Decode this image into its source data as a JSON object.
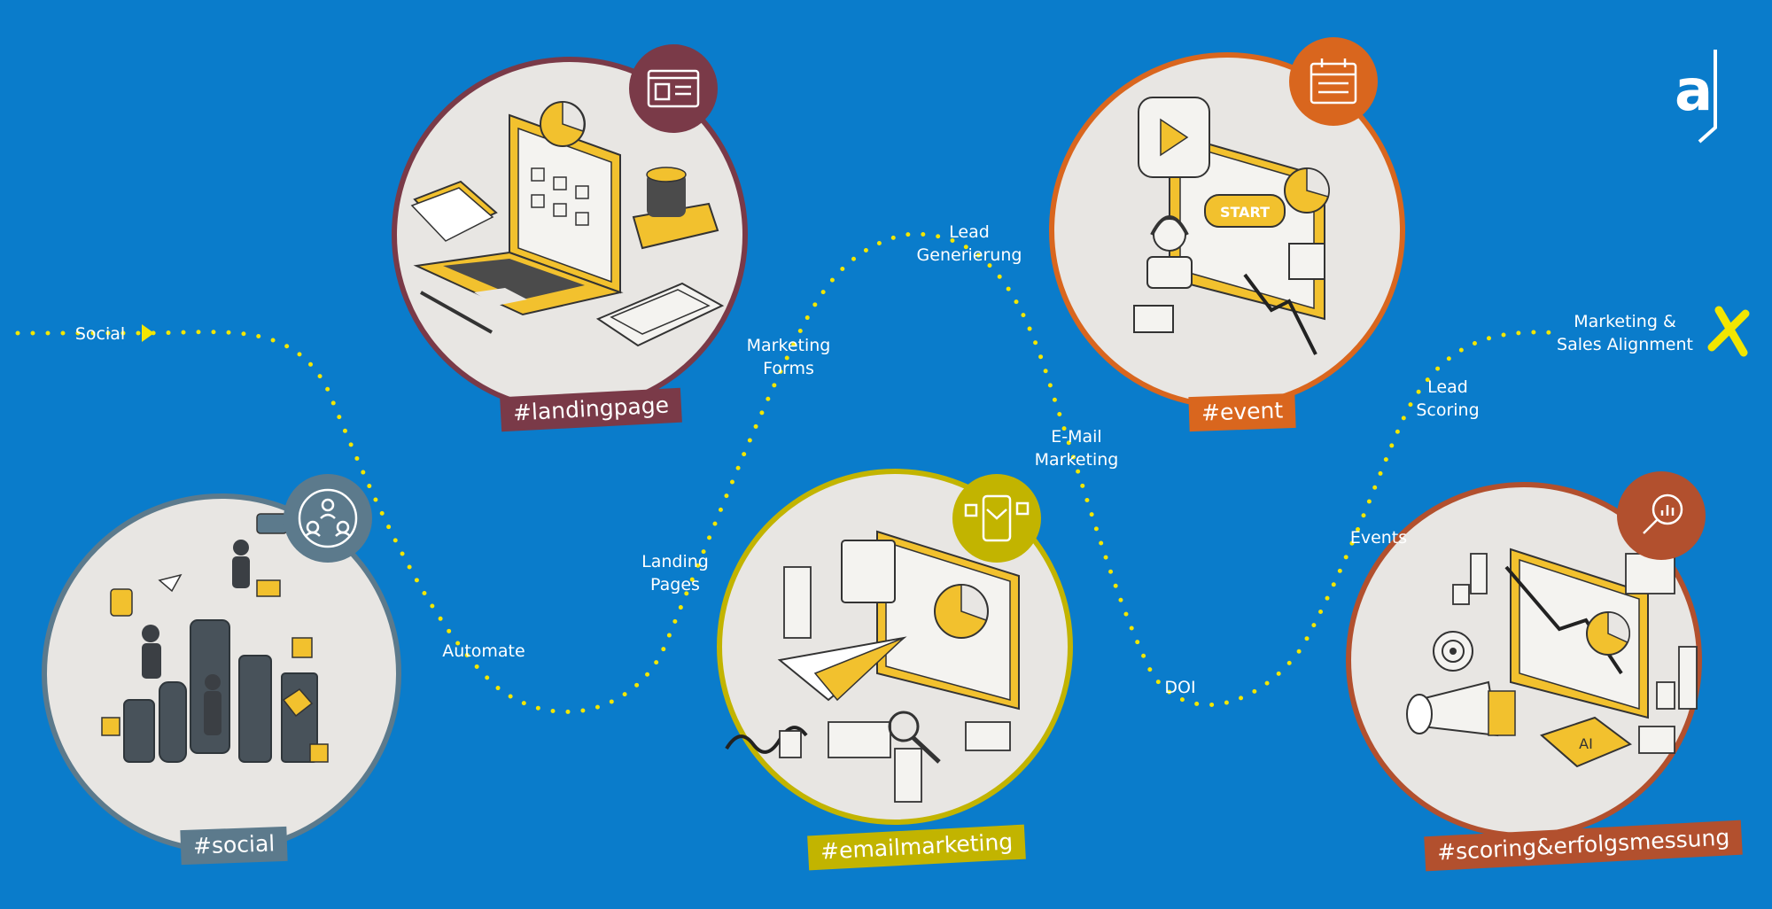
{
  "route_labels": {
    "social": "Social",
    "automate": "Automate",
    "landing_pages": "Landing\nPages",
    "marketing_forms": "Marketing\nForms",
    "lead_generierung": "Lead\nGenerierung",
    "email_marketing": "E-Mail\nMarketing",
    "doi": "DOI",
    "events": "Events",
    "lead_scoring": "Lead\nScoring",
    "marketing_sales": "Marketing &\nSales Alignment"
  },
  "hashtags": {
    "social": "#social",
    "landingpage": "#landingpage",
    "emailmarketing": "#emailmarketing",
    "event": "#event",
    "scoring": "#scoring&erfolgsmessung"
  },
  "logo": {
    "letter": "a"
  },
  "colors": {
    "background": "#0a7ccb",
    "route_dots": "#f2e600",
    "social": "#5c7a8c",
    "landingpage": "#7a3a48",
    "emailmarketing": "#c2b400",
    "event": "#d9661e",
    "scoring": "#b2502e",
    "circle_fill": "#e8e6e3",
    "illustration_yellow": "#f2c12e"
  },
  "icons": {
    "social": "people-network-icon",
    "landingpage": "profile-card-icon",
    "emailmarketing": "mobile-email-icon",
    "event": "calendar-icon",
    "scoring": "magnifier-chart-icon",
    "finish": "finish-x-icon"
  }
}
